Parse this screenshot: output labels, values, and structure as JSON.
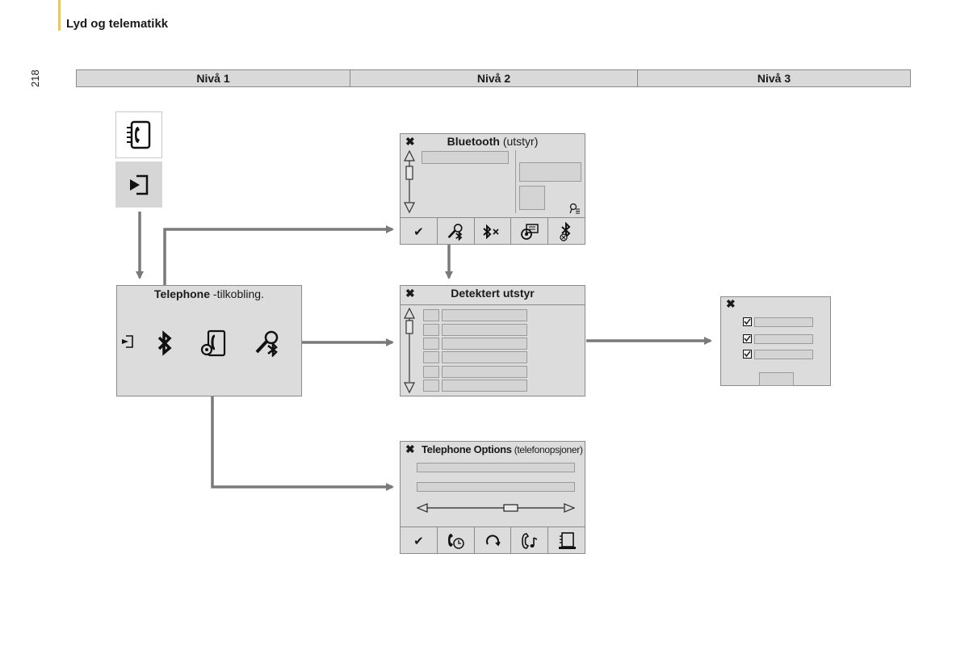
{
  "header": {
    "section_title": "Lyd og telematikk",
    "page_number": "218"
  },
  "levels": [
    {
      "label": "Nivå 1"
    },
    {
      "label": "Nivå 2"
    },
    {
      "label": "Nivå 3"
    }
  ],
  "level1": {
    "icons": [
      "phone-book-icon",
      "exit-icon"
    ],
    "telephone_panel": {
      "title_bold": "Telephone",
      "title_rest": " -tilkobling.",
      "icons": [
        "exit-icon",
        "bluetooth-icon",
        "phone-settings-icon",
        "connection-search-icon"
      ]
    }
  },
  "level2": {
    "bluetooth_panel": {
      "title_bold": "Bluetooth",
      "title_rest": " (utstyr)",
      "close": "✖",
      "toolbar": [
        "✔",
        "search-device-icon",
        "bluetooth-delete-icon",
        "device-profile-icon",
        "bluetooth-disconnect-icon"
      ]
    },
    "detected_panel": {
      "title": "Detektert utstyr",
      "close": "✖"
    },
    "options_panel": {
      "title_bold": "Telephone Options",
      "title_rest": " (telefonopsjoner)",
      "close": "✖",
      "toolbar": [
        "✔",
        "call-log-icon",
        "refresh-icon",
        "ringtone-icon",
        "contact-list-icon"
      ]
    }
  },
  "level3": {
    "close": "✖",
    "checkbox_rows": 3
  }
}
